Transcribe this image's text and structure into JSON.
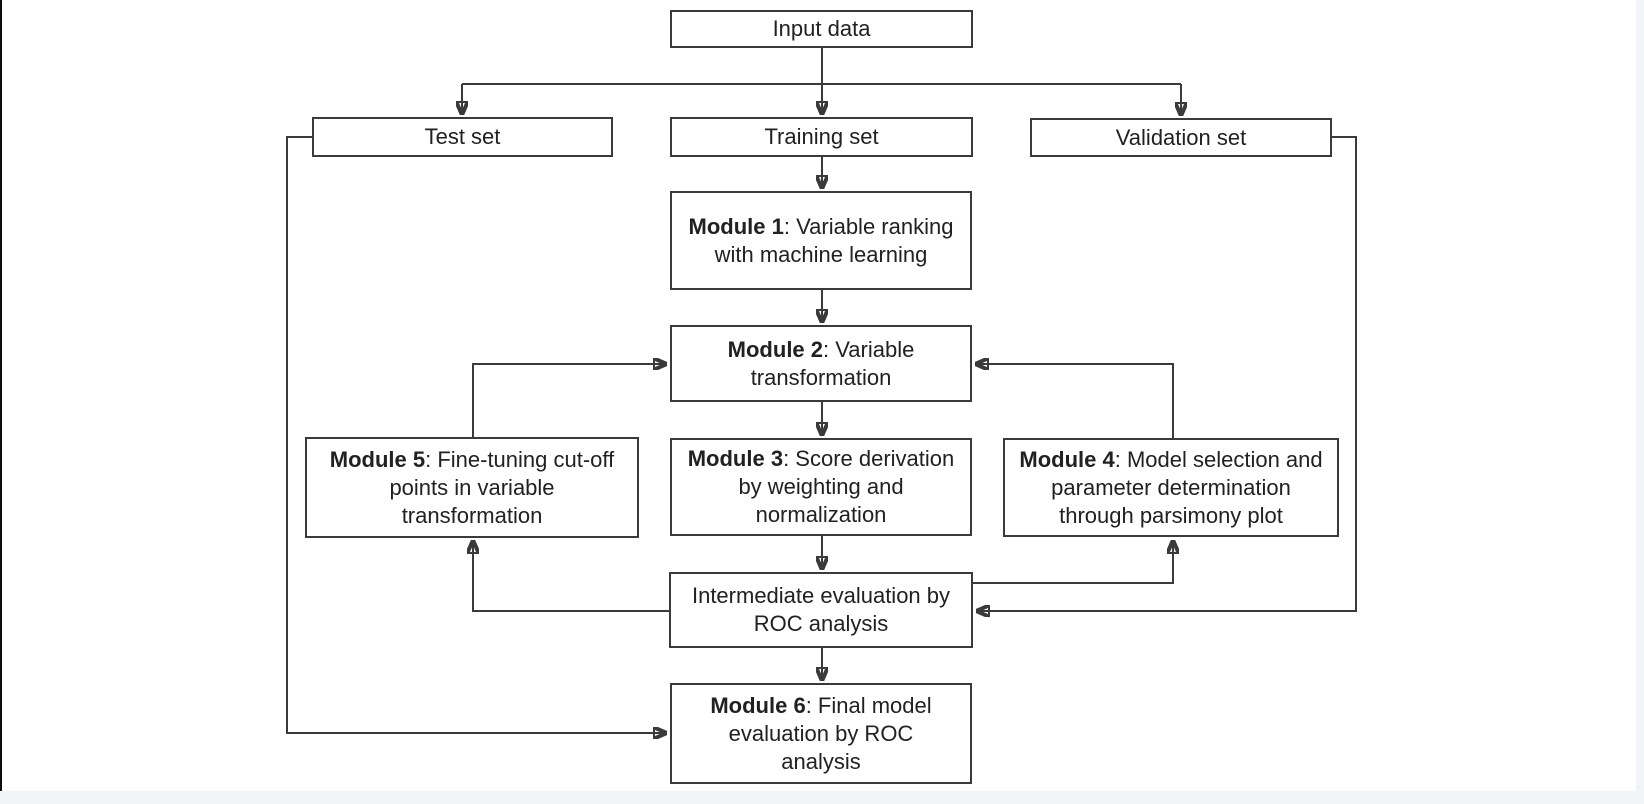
{
  "diagram": {
    "colors": {
      "background": "#ffffff",
      "box_fill": "#ffffff",
      "box_border": "#3a3a3a",
      "line": "#3a3a3a",
      "text": "#212121",
      "frame_strip": "#f2f4f7",
      "left_edge_strip": "#0c0c0c"
    },
    "nodes": {
      "input_data": {
        "label": "Input data"
      },
      "test_set": {
        "label": "Test set"
      },
      "training_set": {
        "label": "Training set"
      },
      "validation_set": {
        "label": "Validation set"
      },
      "module1": {
        "bold": "Module 1",
        "rest": ": Variable ranking with machine learning"
      },
      "module2": {
        "bold": "Module 2",
        "rest": ": Variable transformation"
      },
      "module3": {
        "bold": "Module 3",
        "rest": ": Score derivation by weighting and normalization"
      },
      "module5": {
        "bold": "Module 5",
        "rest": ": Fine-tuning cut-off points in variable transformation"
      },
      "module4": {
        "bold": "Module 4",
        "rest": ": Model selection and parameter determination through parsimony plot"
      },
      "intermediate_eval": {
        "label": "Intermediate evaluation by ROC analysis"
      },
      "module6": {
        "bold": "Module 6",
        "rest": ": Final model evaluation by ROC analysis"
      }
    },
    "edges": [
      {
        "from": "input_data",
        "to": "training_set"
      },
      {
        "from": "input_data",
        "to": "test_set"
      },
      {
        "from": "input_data",
        "to": "validation_set"
      },
      {
        "from": "training_set",
        "to": "module1"
      },
      {
        "from": "module1",
        "to": "module2"
      },
      {
        "from": "module2",
        "to": "module3"
      },
      {
        "from": "module3",
        "to": "intermediate_eval"
      },
      {
        "from": "intermediate_eval",
        "to": "module6"
      },
      {
        "from": "module5",
        "to": "module2"
      },
      {
        "from": "module4",
        "to": "module2"
      },
      {
        "from": "intermediate_eval",
        "to": "module5"
      },
      {
        "from": "intermediate_eval",
        "to": "module4"
      },
      {
        "from": "validation_set",
        "to": "intermediate_eval"
      },
      {
        "from": "test_set",
        "to": "module6"
      }
    ]
  }
}
